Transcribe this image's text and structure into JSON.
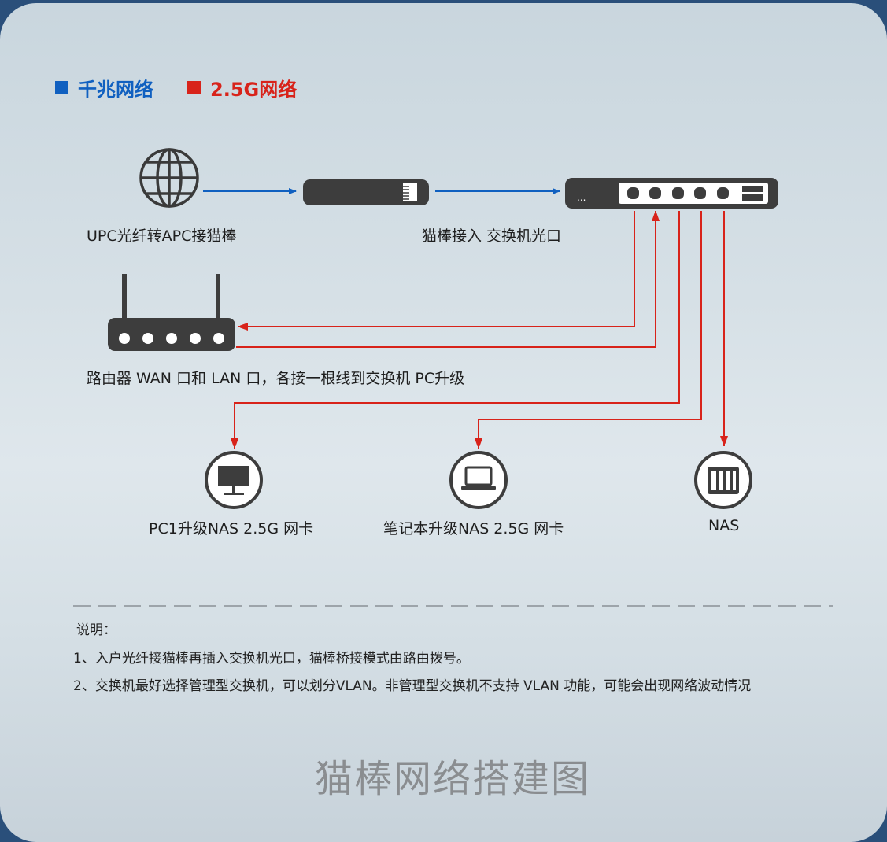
{
  "legend": [
    {
      "label": "千兆网络",
      "color": "#1060c0"
    },
    {
      "label": "2.5G网络",
      "color": "#d8231a"
    }
  ],
  "labels": {
    "globe": "UPC光纤转APC接猫棒",
    "switch": "猫棒接入 交换机光口",
    "router": "路由器 WAN 口和 LAN 口，各接一根线到交换机 PC升级",
    "pc": "PC1升级NAS 2.5G 网卡",
    "laptop": "笔记本升级NAS 2.5G 网卡",
    "nas": "NAS"
  },
  "notes": {
    "heading": "说明：",
    "items": [
      "1、入户光纤接猫棒再插入交换机光口，猫棒桥接模式由路由拨号。",
      "2、交换机最好选择管理型交换机，可以划分VLAN。非管理型交换机不支持 VLAN 功能，可能会出现网络波动情况"
    ]
  },
  "title": "猫棒网络搭建图",
  "switch_dots": "..."
}
